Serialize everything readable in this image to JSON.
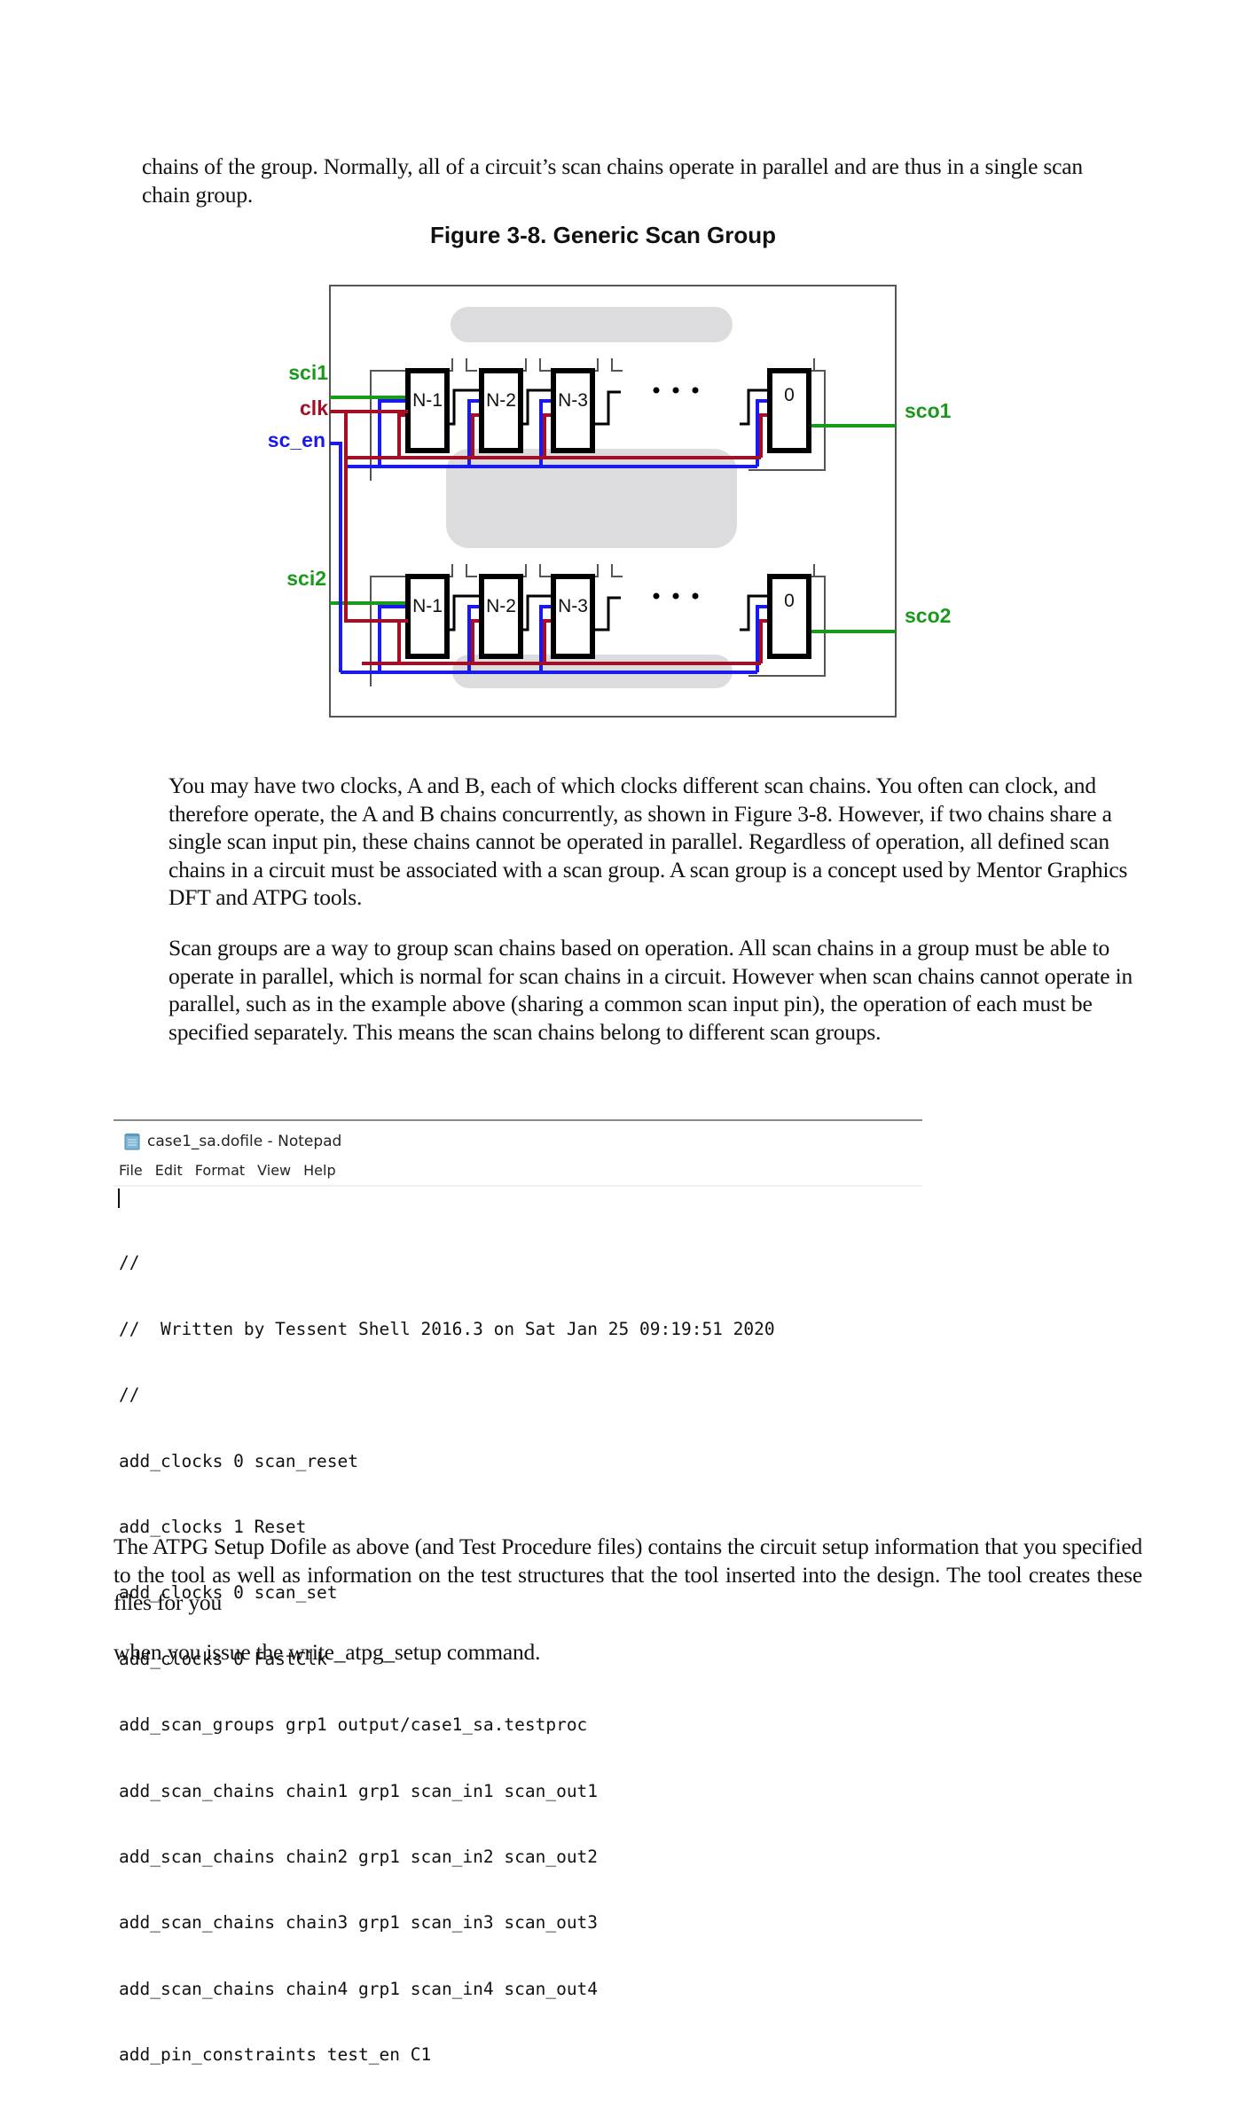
{
  "intro_paragraph": "chains of the group. Normally, all of a circuit’s scan chains operate in parallel and are thus in a single scan chain group.",
  "figure": {
    "caption": "Figure 3-8. Generic Scan Group",
    "labels": {
      "sci1": "sci1",
      "clk": "clk",
      "sc_en": "sc_en",
      "sci2": "sci2",
      "sco1": "sco1",
      "sco2": "sco2"
    },
    "chains": [
      {
        "cells": [
          "N-1",
          "N-2",
          "N-3",
          "0"
        ],
        "ellipsis": "• • •"
      },
      {
        "cells": [
          "N-1",
          "N-2",
          "N-3",
          "0"
        ],
        "ellipsis": "• • •"
      }
    ],
    "colors": {
      "scan_in_out": "#1a9a1a",
      "clk": "#a50f25",
      "sc_en": "#1a1aee",
      "wire": "#555555",
      "cell": "#000000",
      "logic_cloud": "#dcdcdf"
    }
  },
  "paragraph_clocks": "You may have two clocks, A and B, each of which clocks different scan chains. You often can clock, and therefore operate, the A and B chains concurrently, as shown in Figure 3-8. However, if two chains share a single scan input pin, these chains cannot be operated in parallel. Regardless of operation, all defined scan chains in a circuit must be associated with a scan group. A scan group is a concept used by Mentor Graphics DFT and ATPG tools.",
  "paragraph_groups": "Scan groups are a way to group scan chains based on operation. All scan chains in a group must be able to operate in parallel, which is normal for scan chains in a circuit. However when scan chains cannot operate in parallel, such as in the example above (sharing a common scan input pin), the operation of each must be specified separately. This means the scan chains belong to different scan groups.",
  "notepad": {
    "icon": "notepad-icon",
    "title": "case1_sa.dofile - Notepad",
    "menu": [
      "File",
      "Edit",
      "Format",
      "View",
      "Help"
    ],
    "lines": [
      "//",
      "//  Written by Tessent Shell 2016.3 on Sat Jan 25 09:19:51 2020",
      "//",
      "add_clocks 0 scan_reset",
      "add_clocks 1 Reset",
      "add_clocks 0 scan_set",
      "add_clocks 0 FastClk",
      "add_scan_groups grp1 output/case1_sa.testproc",
      "add_scan_chains chain1 grp1 scan_in1 scan_out1",
      "add_scan_chains chain2 grp1 scan_in2 scan_out2",
      "add_scan_chains chain3 grp1 scan_in3 scan_out3",
      "add_scan_chains chain4 grp1 scan_in4 scan_out4",
      "add_pin_constraints test_en C1"
    ]
  },
  "paragraph_atpg": "The ATPG Setup Dofile as above (and Test Procedure files) contains the circuit setup information that you specified to the tool as well as information on the test structures that the tool inserted into the design. The tool creates these files for you",
  "paragraph_write": "when you issue the write_atpg_setup command."
}
